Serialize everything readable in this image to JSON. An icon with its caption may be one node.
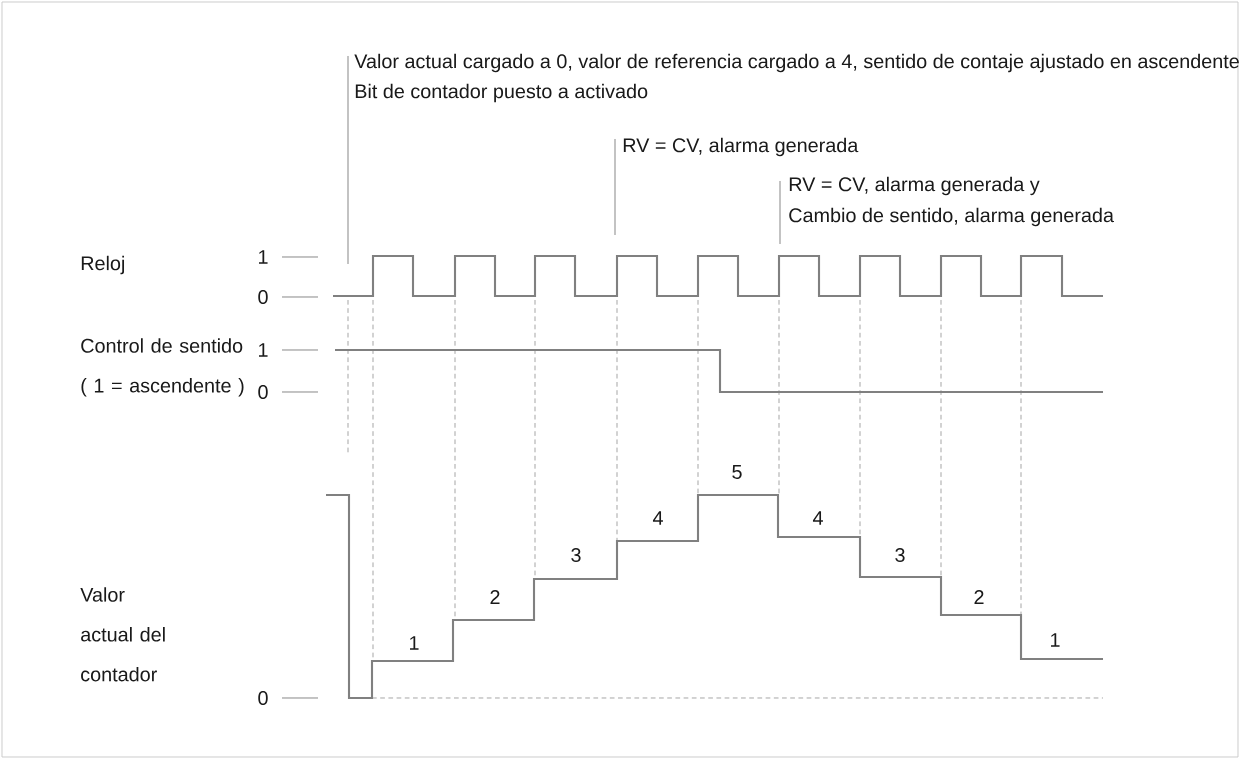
{
  "diagram": {
    "labels": [
      "Valor actual cargado a 0, valor de referencia cargado a 4, sentido de contaje ajustado en ascendente",
      "Bit de contador puesto a activado",
      "RV = CV, alarma generada",
      "RV = CV, alarma generada y",
      "Cambio de sentido, alarma generada",
      "Reloj",
      "1",
      "0",
      "Control de sentido ( 1 = ascendente )",
      "1",
      "0",
      "5",
      "4",
      "4",
      "3",
      "3",
      "2",
      "2",
      "1",
      "1",
      "Valor actual del contador",
      "0"
    ]
  }
}
